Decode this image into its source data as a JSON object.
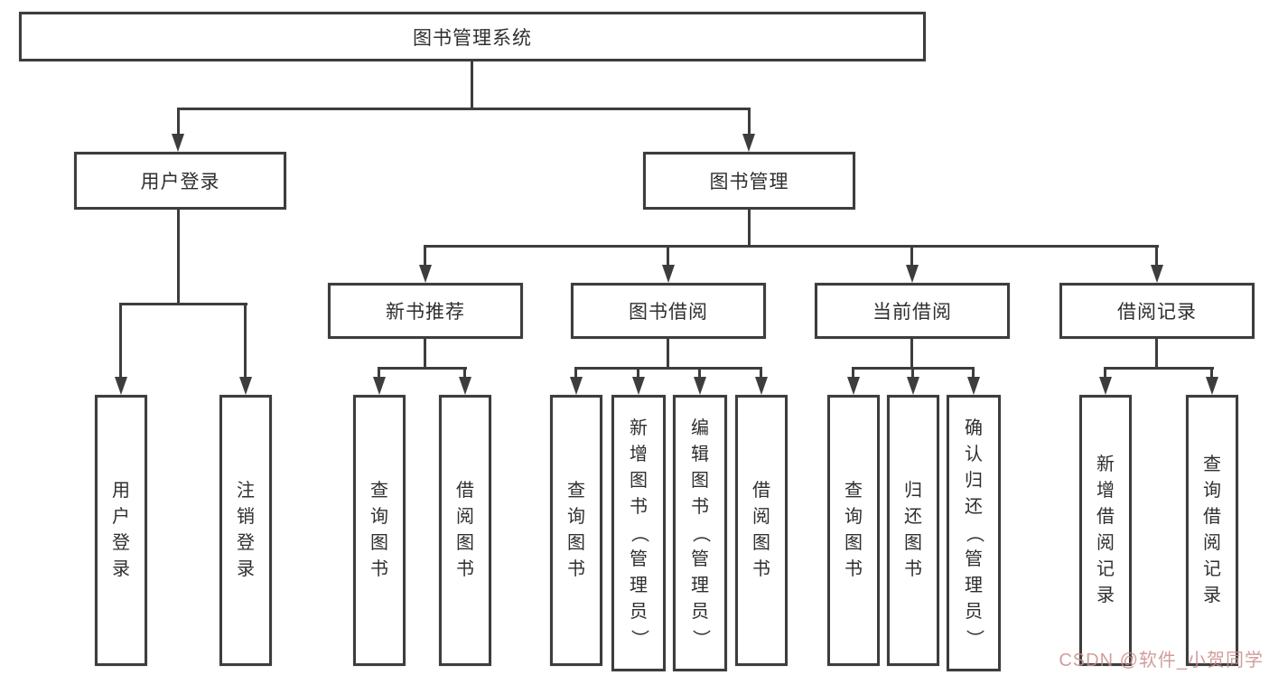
{
  "diagram": {
    "title_node": {
      "label": "图书管理系统"
    },
    "level2": [
      {
        "id": "user-login",
        "label": "用户登录"
      },
      {
        "id": "book-management",
        "label": "图书管理"
      }
    ],
    "level3": [
      {
        "id": "new-book-recommend",
        "label": "新书推荐"
      },
      {
        "id": "book-borrow",
        "label": "图书借阅"
      },
      {
        "id": "current-borrow",
        "label": "当前借阅"
      },
      {
        "id": "borrow-records",
        "label": "借阅记录"
      }
    ],
    "leaves": {
      "user_login": [
        "用户登录",
        "注销登录"
      ],
      "new_book": [
        "查询图书",
        "借阅图书"
      ],
      "book_borrow": [
        "查询图书",
        "新增图书（管理员）",
        "编辑图书（管理员）",
        "借阅图书"
      ],
      "current_borrow": [
        "查询图书",
        "归还图书",
        "确认归还（管理员）"
      ],
      "borrow_record": [
        "新增借阅记录",
        "查询借阅记录"
      ]
    }
  },
  "watermark": {
    "text": "CSDN @软件_小贺同学",
    "color": "rgba(201,140,140,0.85)"
  },
  "colors": {
    "line": "#3d3d3d",
    "text": "#2f2f2f",
    "background": "#ffffff"
  }
}
